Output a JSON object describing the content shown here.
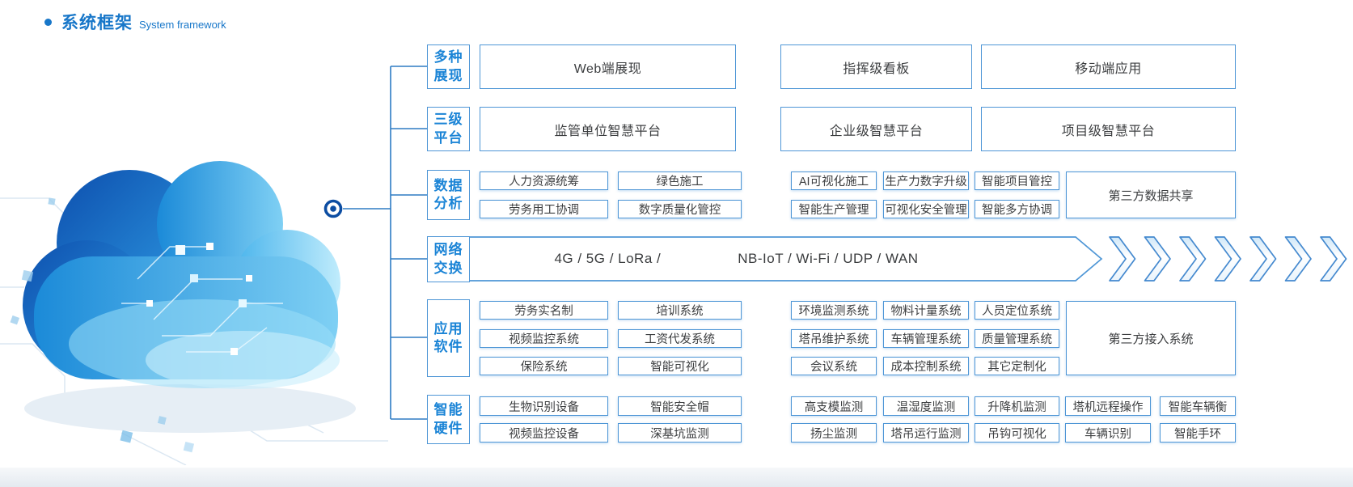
{
  "title": {
    "zh": "系统框架",
    "en": "System framework"
  },
  "diagram": {
    "rows": [
      {
        "id": "display",
        "category": [
          "多种",
          "展现"
        ],
        "boxes": [
          "Web端展现",
          "指挥级看板",
          "移动端应用"
        ]
      },
      {
        "id": "platform",
        "category": [
          "三级",
          "平台"
        ],
        "boxes": [
          "监管单位智慧平台",
          "企业级智慧平台",
          "项目级智慧平台"
        ]
      },
      {
        "id": "data-analysis",
        "category": [
          "数据",
          "分析"
        ],
        "left": [
          [
            "人力资源统筹",
            "绿色施工"
          ],
          [
            "劳务用工协调",
            "数字质量化管控"
          ]
        ],
        "mid": [
          [
            "AI可视化施工",
            "生产力数字升级",
            "智能项目管控"
          ],
          [
            "智能生产管理",
            "可视化安全管理",
            "智能多方协调"
          ]
        ],
        "span": "第三方数据共享"
      },
      {
        "id": "network",
        "category": [
          "网络",
          "交换"
        ],
        "text_left": "4G / 5G / LoRa /",
        "text_right": "NB-IoT / Wi-Fi / UDP / WAN"
      },
      {
        "id": "app-software",
        "category": [
          "应用",
          "软件"
        ],
        "left": [
          [
            "劳务实名制",
            "培训系统"
          ],
          [
            "视频监控系统",
            "工资代发系统"
          ],
          [
            "保险系统",
            "智能可视化"
          ]
        ],
        "mid": [
          [
            "环境监测系统",
            "物料计量系统",
            "人员定位系统"
          ],
          [
            "塔吊维护系统",
            "车辆管理系统",
            "质量管理系统"
          ],
          [
            "会议系统",
            "成本控制系统",
            "其它定制化"
          ]
        ],
        "span": "第三方接入系统"
      },
      {
        "id": "smart-hardware",
        "category": [
          "智能",
          "硬件"
        ],
        "left": [
          [
            "生物识别设备",
            "智能安全帽"
          ],
          [
            "视频监控设备",
            "深基坑监测"
          ]
        ],
        "mid": [
          [
            "高支模监测",
            "温湿度监测",
            "升降机监测",
            "塔机远程操作",
            "智能车辆衡"
          ],
          [
            "扬尘监测",
            "塔吊运行监测",
            "吊钩可视化",
            "车辆识别",
            "智能手环"
          ]
        ]
      }
    ]
  },
  "colors": {
    "title_blue": "#1877c9",
    "category_blue": "#1b84d6",
    "box_border": "#4e96d6",
    "box_text": "#3c3e40",
    "connector_line": "#2e7cc4",
    "cloud_dark": "#0d57b5",
    "cloud_light": "#8fd9f7"
  }
}
